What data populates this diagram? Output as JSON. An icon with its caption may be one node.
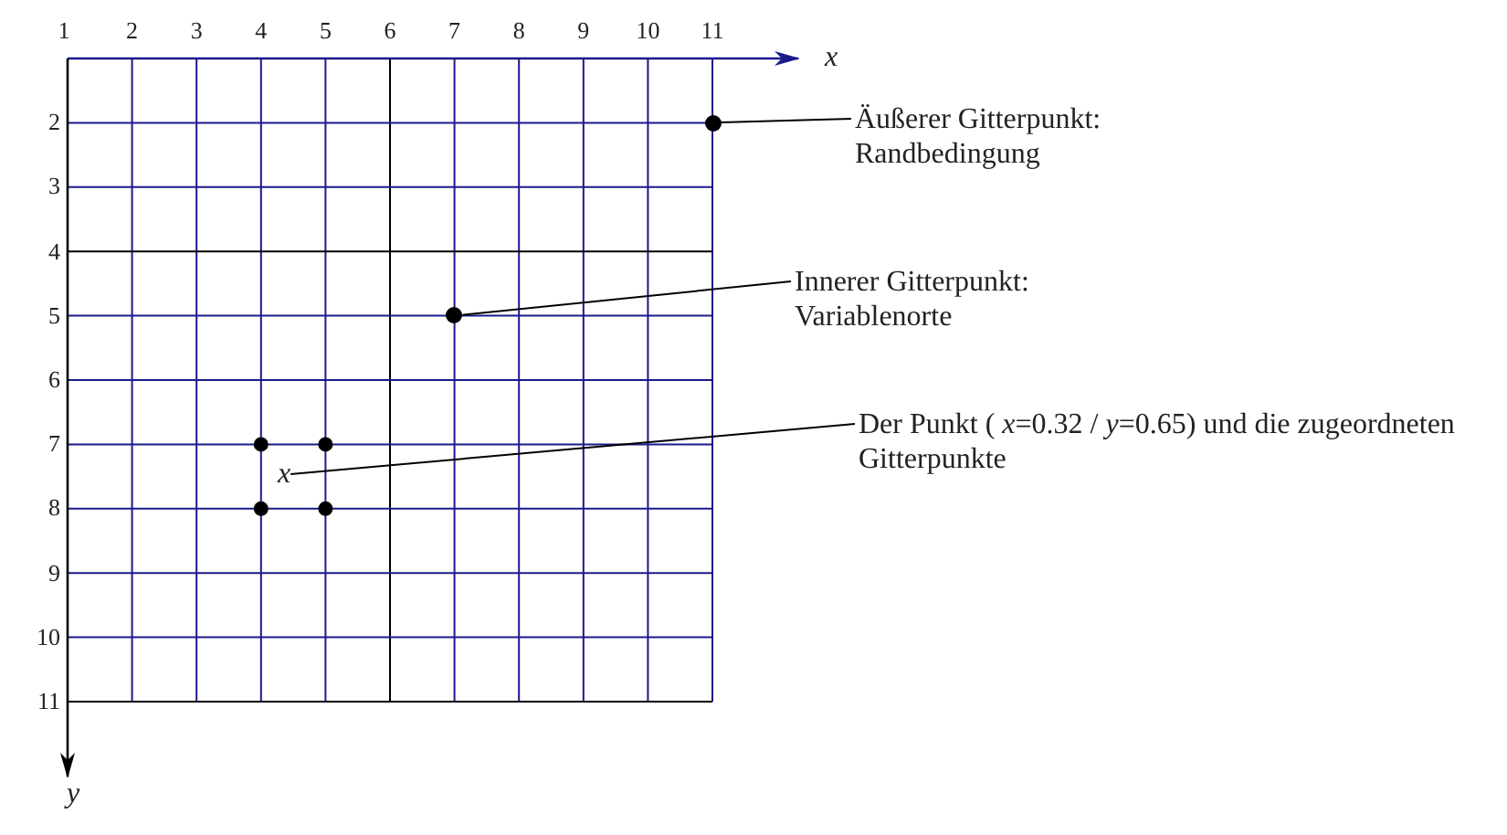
{
  "diagram": {
    "nodes": [
      {
        "text": [
          "Äußerer Gitterpunkt: Randbedingung"
        ]
      },
      {
        "text": [],
        "shape": "circle"
      },
      {
        "text": [
          "Innerer Gitterpunkt: Variablenorte"
        ]
      },
      {
        "text": [],
        "shape": "circle"
      },
      {
        "text": [
          "Der Punkt ( *x*=0.32 / *y*=0.65) und die zugeordneten Gitterpunkte"
        ]
      },
      {
        "text": [
          "x"
        ]
      }
    ],
    "edges": [
      {
        "from": 0,
        "to": 1,
        "arrow": "none"
      },
      {
        "from": 2,
        "to": 3,
        "arrow": "none"
      },
      {
        "from": 4,
        "to": 5,
        "arrow": "none"
      }
    ],
    "labels": [
      "1",
      "2",
      "3",
      "4",
      "5",
      "6",
      "7",
      "8",
      "9",
      "10",
      "11",
      "x",
      "2",
      "3",
      "4",
      "5",
      "6",
      "7",
      "8",
      "9",
      "10",
      "11",
      "y"
    ]
  }
}
